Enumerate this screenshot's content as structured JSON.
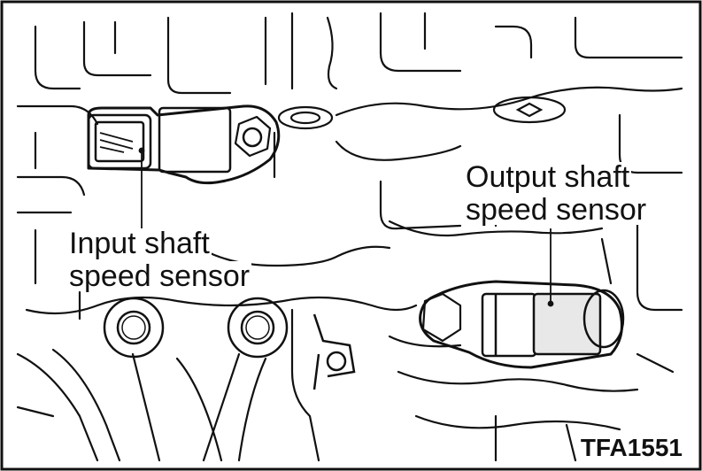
{
  "labels": {
    "input_line1": "Input shaft",
    "input_line2": "speed sensor",
    "output_line1": "Output shaft",
    "output_line2": "speed sensor"
  },
  "figure_code": "TFA1551",
  "colors": {
    "ink": "#111111",
    "paper": "#ffffff"
  }
}
